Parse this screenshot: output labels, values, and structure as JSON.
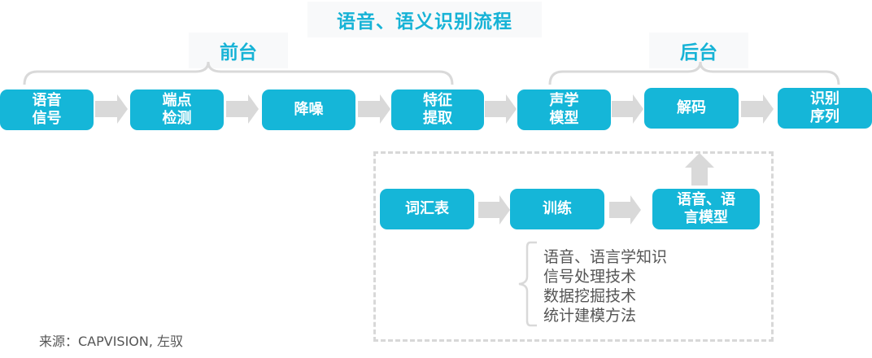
{
  "title": "语音、语义识别流程",
  "stages": {
    "front": "前台",
    "back": "后台"
  },
  "main_flow": [
    {
      "id": "speech-signal",
      "label": "语音\n信号"
    },
    {
      "id": "endpoint-detection",
      "label": "端点\n检测"
    },
    {
      "id": "noise-reduction",
      "label": "降噪"
    },
    {
      "id": "feature-extraction",
      "label": "特征\n提取"
    },
    {
      "id": "acoustic-model",
      "label": "声学\n模型"
    },
    {
      "id": "decoding",
      "label": "解码"
    },
    {
      "id": "recognition-sequence",
      "label": "识别\n序列"
    }
  ],
  "training_flow": [
    {
      "id": "vocabulary",
      "label": "词汇表"
    },
    {
      "id": "training",
      "label": "训练"
    },
    {
      "id": "speech-language-model",
      "label": "语音、语\n言模型"
    }
  ],
  "knowledge": [
    "语音、语言学知识",
    "信号处理技术",
    "数据挖掘技术",
    "统计建模方法"
  ],
  "source": "来源：CAPVISION, 左驭",
  "colors": {
    "accent": "#15b6d8",
    "title": "#17b3d6",
    "arrow": "#d9d9d9",
    "label_bg": "#f8f9fa",
    "text": "#555555"
  }
}
